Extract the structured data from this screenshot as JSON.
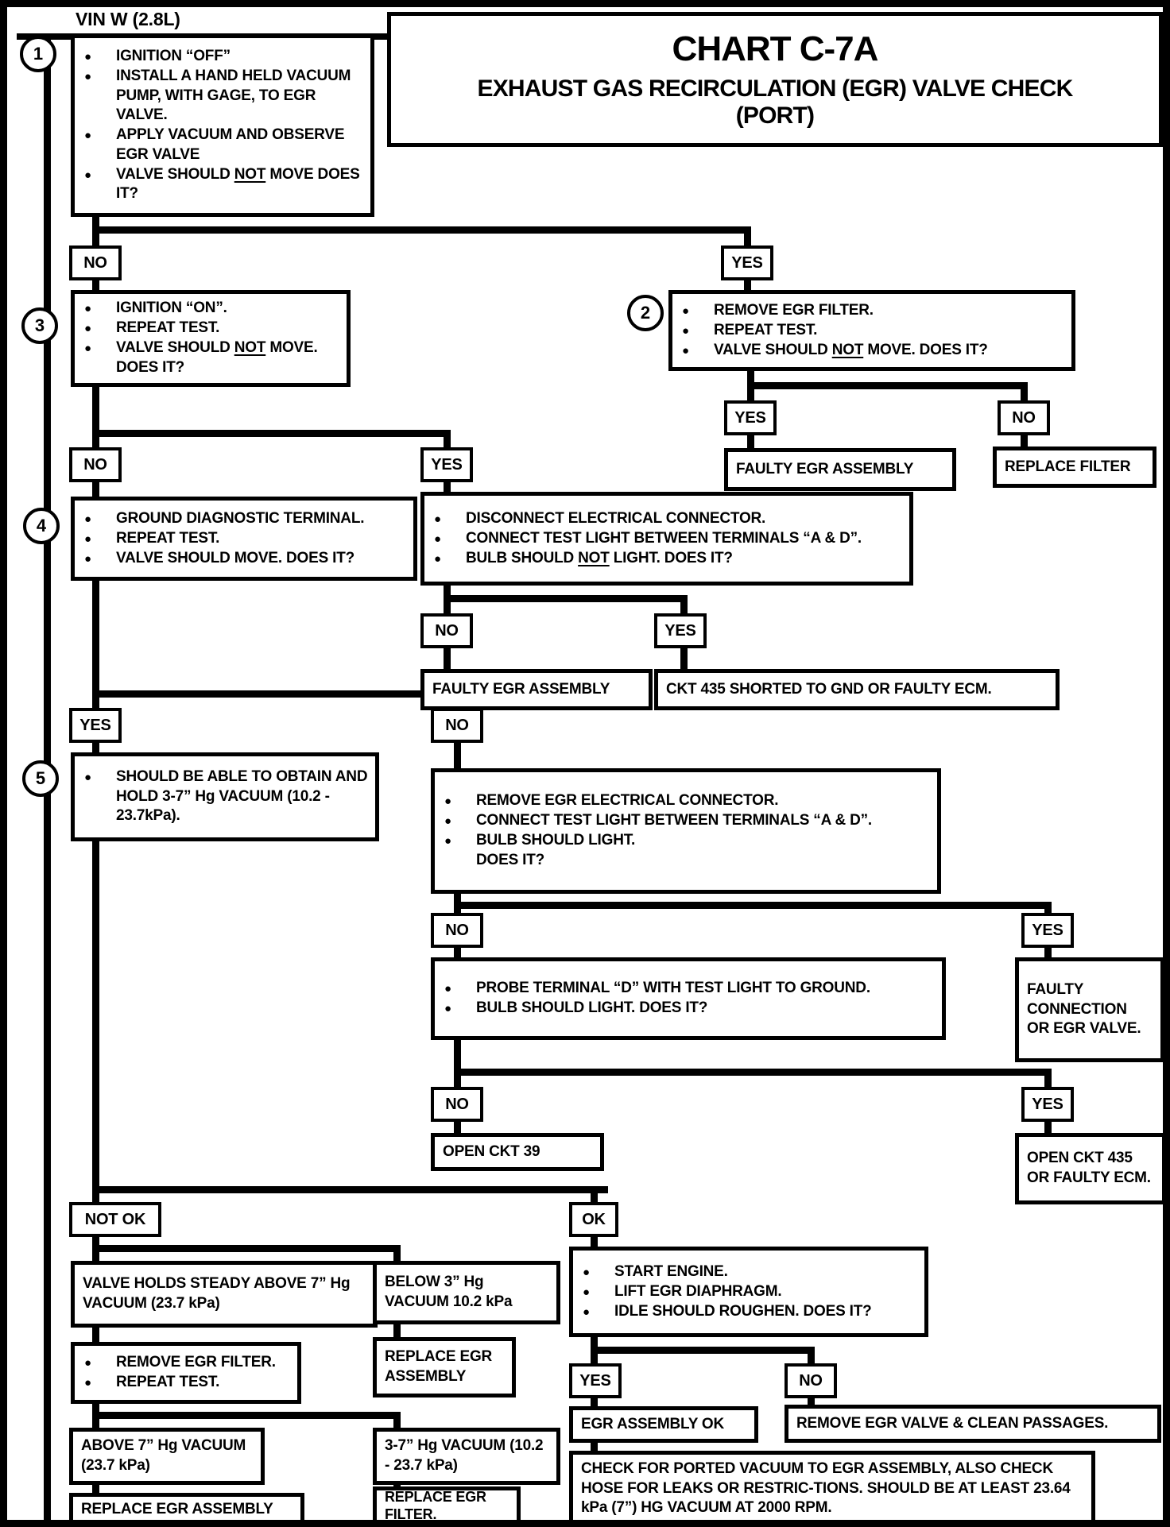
{
  "page": {
    "vin": "VIN W (2.8L)"
  },
  "title": {
    "chart": "CHART C-7A",
    "subtitle": "EXHAUST GAS RECIRCULATION (EGR) VALVE CHECK",
    "subtitle2": "(PORT)"
  },
  "glyphs": {
    "bullet": "●"
  },
  "labels": {
    "yes": "YES",
    "no": "NO",
    "ok": "OK",
    "not_ok": "NOT OK"
  },
  "steps": {
    "s1": {
      "num": "1",
      "bullets": [
        "IGNITION “OFF”",
        "INSTALL A HAND HELD VACUUM PUMP, WITH GAGE, TO EGR VALVE.",
        "APPLY VACUUM AND OBSERVE EGR VALVE",
        "VALVE SHOULD [[NOT]] MOVE DOES IT?"
      ]
    },
    "s2": {
      "num": "2",
      "bullets": [
        "REMOVE EGR FILTER.",
        "REPEAT TEST.",
        "VALVE SHOULD [[NOT]] MOVE.  DOES IT?"
      ]
    },
    "s3": {
      "num": "3",
      "bullets": [
        "IGNITION “ON”.",
        "REPEAT TEST.",
        "VALVE SHOULD [[NOT]] MOVE. DOES IT?"
      ]
    },
    "s4": {
      "num": "4",
      "bullets": [
        "GROUND DIAGNOSTIC TERMINAL.",
        "REPEAT TEST.",
        "VALVE SHOULD MOVE.  DOES IT?"
      ]
    },
    "s5": {
      "num": "5",
      "bullets": [
        "SHOULD BE ABLE TO OBTAIN AND HOLD 3-7” Hg VACUUM (10.2 - 23.7kPa)."
      ]
    },
    "disconnect": {
      "bullets": [
        "DISCONNECT ELECTRICAL CONNECTOR.",
        "CONNECT TEST LIGHT BETWEEN TERMINALS “A & D”.",
        "BULB SHOULD [[NOT]] LIGHT.  DOES IT?"
      ]
    },
    "remove_connector": {
      "bullets": [
        "REMOVE EGR ELECTRICAL CONNECTOR.",
        "CONNECT TEST LIGHT BETWEEN TERMINALS “A & D”.",
        "BULB SHOULD LIGHT.",
        "DOES IT?"
      ]
    },
    "probe": {
      "bullets": [
        "PROBE TERMINAL “D” WITH TEST LIGHT TO GROUND.",
        "BULB SHOULD LIGHT.   DOES IT?"
      ]
    },
    "start_engine": {
      "bullets": [
        "START ENGINE.",
        "LIFT EGR DIAPHRAGM.",
        "IDLE SHOULD ROUGHEN.  DOES IT?"
      ]
    },
    "remove_filter": {
      "bullets": [
        "REMOVE EGR FILTER.",
        "REPEAT TEST."
      ]
    }
  },
  "results": {
    "faulty_egr_1": "FAULTY EGR ASSEMBLY",
    "replace_filter": "REPLACE FILTER",
    "faulty_egr_2": "FAULTY EGR ASSEMBLY",
    "ckt435_shorted": "CKT 435 SHORTED TO GND OR FAULTY ECM.",
    "faulty_connection": "FAULTY CONNECTION OR EGR VALVE.",
    "open_ckt39": "OPEN CKT 39",
    "open_ckt435": "OPEN CKT 435 OR FAULTY ECM.",
    "valve_holds": "VALVE HOLDS STEADY ABOVE 7” Hg VACUUM (23.7 kPa)",
    "below_3": "BELOW 3” Hg VACUUM 10.2 kPa",
    "replace_egr_assembly_mid": "REPLACE EGR ASSEMBLY",
    "above_7": "ABOVE 7” Hg VACUUM (23.7 kPa)",
    "vac_3_7": "3-7” Hg VACUUM (10.2 - 23.7 kPa)",
    "replace_egr_assembly_bottom": "REPLACE EGR ASSEMBLY",
    "replace_egr_filter": "REPLACE EGR FILTER.",
    "egr_ok": "EGR ASSEMBLY OK",
    "remove_clean": "REMOVE EGR VALVE & CLEAN PASSAGES.",
    "check_ported": "CHECK FOR PORTED VACUUM TO EGR ASSEMBLY, ALSO CHECK HOSE FOR LEAKS OR RESTRIC-TIONS.  SHOULD BE AT LEAST 23.64 kPa (7”) HG VACUUM AT 2000 RPM."
  },
  "colors": {
    "ink": "#000000",
    "paper": "#ffffff"
  }
}
